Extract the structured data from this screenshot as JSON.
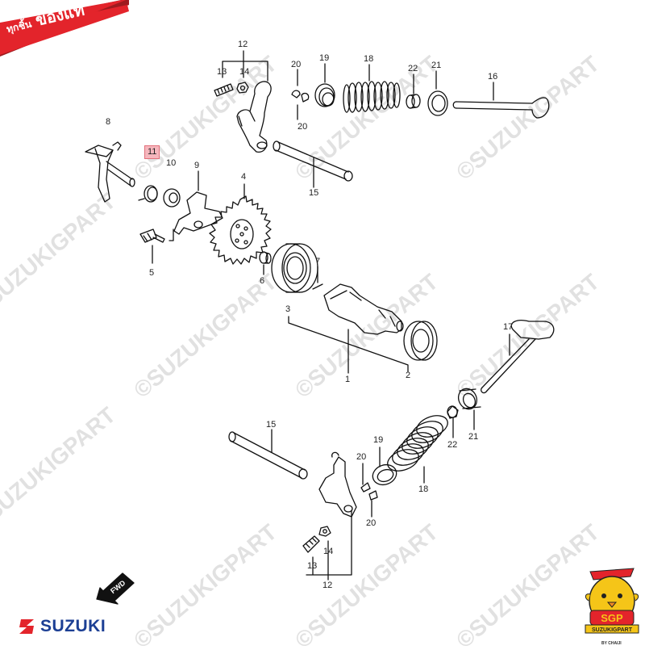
{
  "badge": {
    "small": "ทุกชิ้น",
    "big": "ของแท้"
  },
  "watermark": "©SUZUKIGPART",
  "brand": {
    "name": "SUZUKI"
  },
  "fwd_label": "FWD",
  "mascot": {
    "label": "SGP",
    "subtitle": "SUZUKIGPART",
    "tag": "BY CHAIJI"
  },
  "colors": {
    "badge_red": "#e3242b",
    "brand_blue": "#1c3f94",
    "highlight": "#f6b6bd",
    "line": "#111111"
  },
  "labels": {
    "l12a": "12",
    "l13a": "13",
    "l14a": "14",
    "l20a": "20",
    "l19a": "19",
    "l18a": "18",
    "l22a": "22",
    "l21a": "21",
    "l16": "16",
    "l20b": "20",
    "l8": "8",
    "l11": "11",
    "l10": "10",
    "l9": "9",
    "l4": "4",
    "l15a": "15",
    "l5": "5",
    "l6": "6",
    "l7": "7",
    "l3": "3",
    "l1": "1",
    "l2": "2",
    "l17": "17",
    "l15b": "15",
    "l19b": "19",
    "l20c": "20",
    "l22b": "22",
    "l21b": "21",
    "l18b": "18",
    "l20d": "20",
    "l14b": "14",
    "l13b": "13",
    "l12b": "12"
  }
}
